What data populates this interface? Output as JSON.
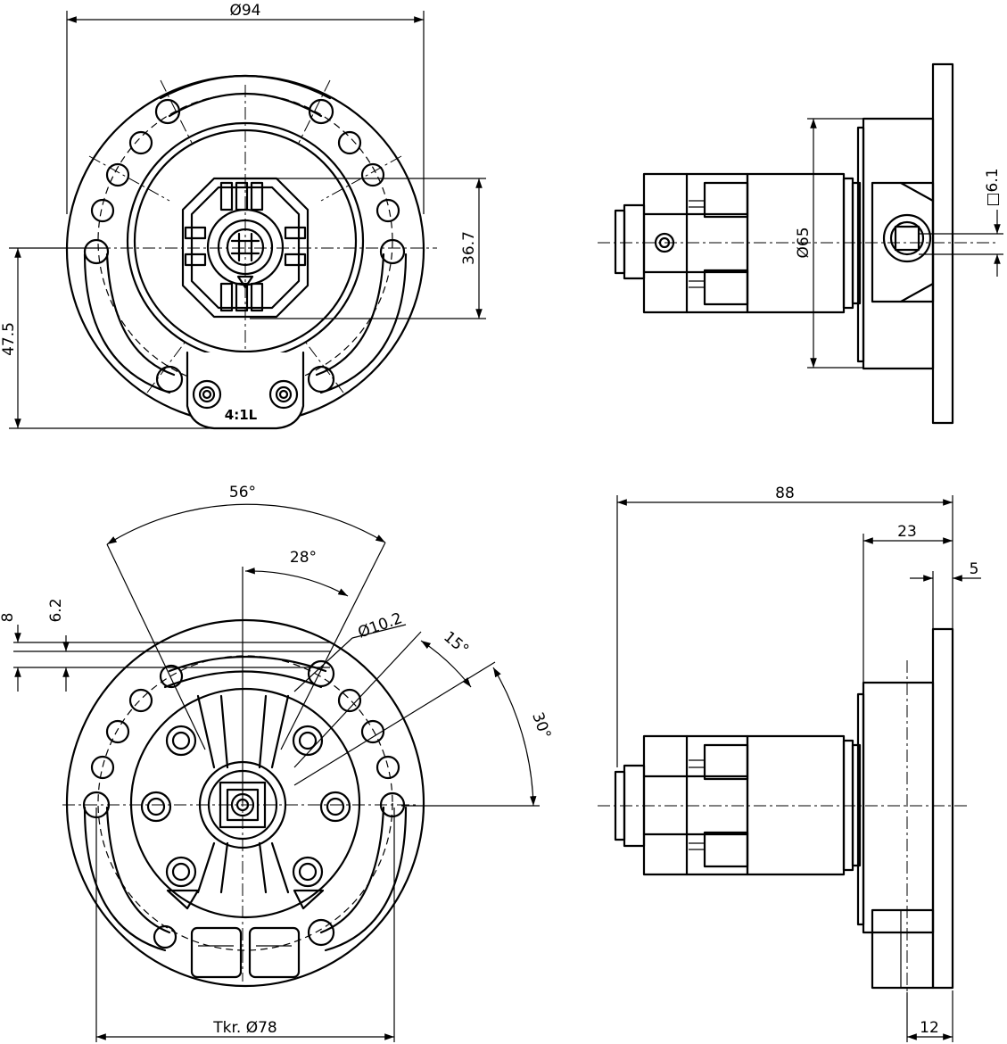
{
  "top_left_view": {
    "dim_outer_diameter": "Ø94",
    "dim_vertical_right": "36.7",
    "dim_vertical_left": "47.5",
    "ratio_marking": "4:1L"
  },
  "top_right_view": {
    "dim_diameter": "Ø65",
    "dim_square": "□6.1"
  },
  "bottom_left_view": {
    "dim_angle_total": "56°",
    "dim_angle_half": "28°",
    "dim_hole_diameter": "Ø10.2",
    "dim_angle_15": "15°",
    "dim_angle_30": "30°",
    "dim_8": "8",
    "dim_6_2": "6.2",
    "dim_bolt_circle": "Tkr. Ø78"
  },
  "bottom_right_view": {
    "dim_total_length": "88",
    "dim_23": "23",
    "dim_5": "5",
    "dim_12": "12"
  }
}
